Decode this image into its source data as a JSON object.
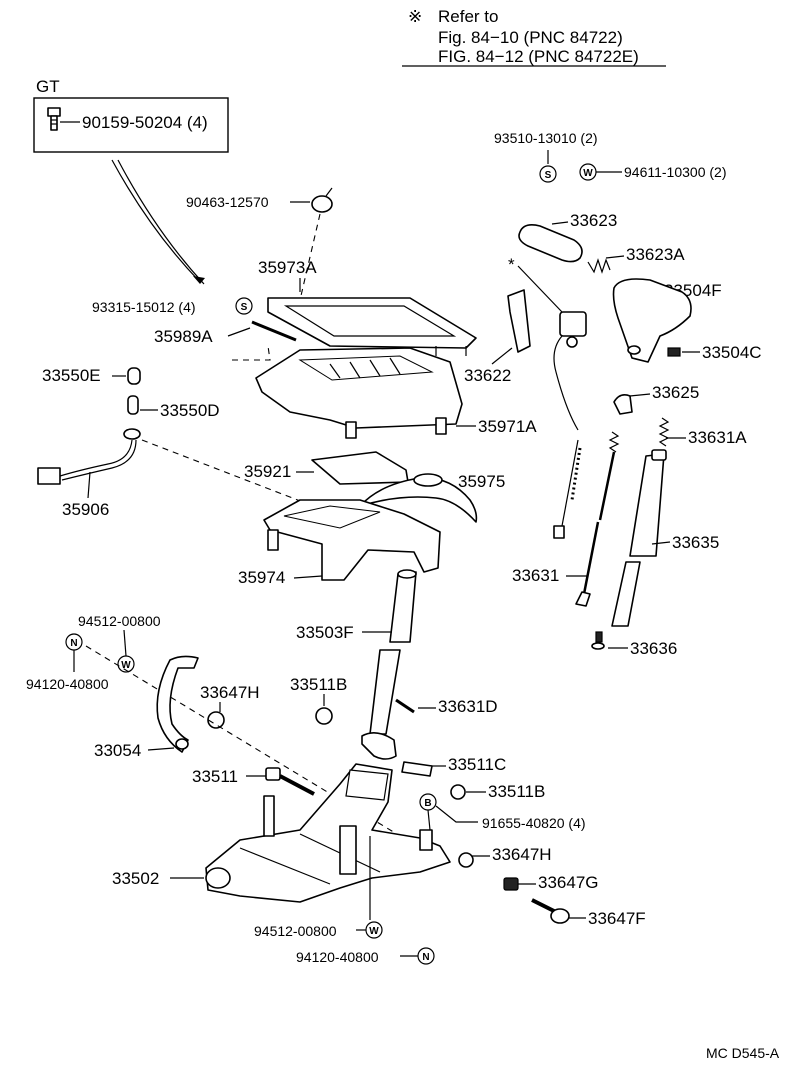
{
  "note": {
    "symbol": "※",
    "line1": "Refer to",
    "line2": "Fig. 84−10 (PNC 84722)",
    "line3": "FIG. 84−12 (PNC 84722E)"
  },
  "gt_box": {
    "title": "GT",
    "part": "90159-50204 (4)"
  },
  "labels": {
    "p93510": "93510-13010 (2)",
    "p94611": "94611-10300 (2)",
    "p90463": "90463-12570",
    "p33623": "33623",
    "p33623A": "33623A",
    "p35973A": "35973A",
    "p33504F": "33504F",
    "p93315": "93315-15012 (4)",
    "p35989A": "35989A",
    "p33504C": "33504C",
    "p33622": "33622",
    "p33550E": "33550E",
    "p33625": "33625",
    "p33550D": "33550D",
    "p35971A": "35971A",
    "p33631A": "33631A",
    "p35921": "35921",
    "p35975": "35975",
    "p35906": "35906",
    "p33635": "33635",
    "p35974": "35974",
    "p33631": "33631",
    "p94512a": "94512-00800",
    "p33503F": "33503F",
    "p33636": "33636",
    "p94120a": "94120-40800",
    "p33511B_a": "33511B",
    "p33647H_a": "33647H",
    "p33631D": "33631D",
    "p33054": "33054",
    "p33511C": "33511C",
    "p33511": "33511",
    "p33511B_b": "33511B",
    "p91655": "91655-40820 (4)",
    "p33502": "33502",
    "p33647H_b": "33647H",
    "p33647G": "33647G",
    "p33647F": "33647F",
    "p94512b": "94512-00800",
    "p94120b": "94120-40800",
    "asterisk": "*"
  },
  "symbols": {
    "S": "S",
    "W": "W",
    "N": "N",
    "B": "B"
  },
  "footer": "MC D545-A"
}
